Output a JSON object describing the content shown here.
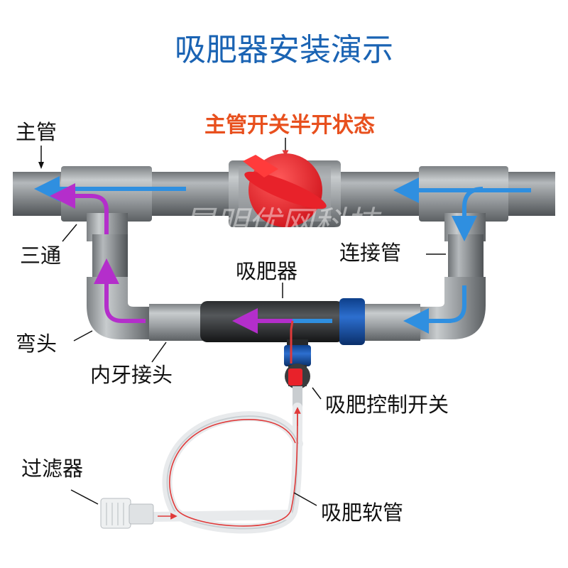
{
  "title": "吸肥器安装演示",
  "main_valve_state": "主管开关半开状态",
  "watermark": "昆明优网科技",
  "labels": {
    "main_pipe": "主管",
    "tee": "三通",
    "elbow": "弯头",
    "female_adapter": "内牙接头",
    "injector": "吸肥器",
    "connector_pipe": "连接管",
    "suction_valve": "吸肥控制开关",
    "suction_hose": "吸肥软管",
    "filter": "过滤器"
  },
  "colors": {
    "title": "#1a63b3",
    "state_text": "#e8501e",
    "pipe": "#8c9093",
    "fitting": "#a8acaf",
    "valve": "#e8222a",
    "flow_in": "#2f8fe0",
    "flow_out": "#b42ecb",
    "hose_line": "#e03a3a"
  },
  "icons": [
    "arrow-left-icon",
    "arrow-down-icon",
    "arrow-up-icon"
  ]
}
